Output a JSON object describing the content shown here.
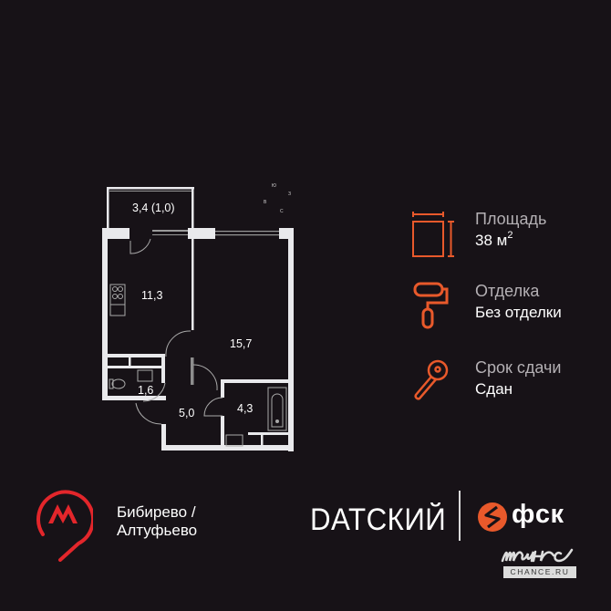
{
  "floor_plan": {
    "rooms": [
      {
        "id": "balcony",
        "area_label": "3,4 (1,0)"
      },
      {
        "id": "kitchen",
        "area_label": "11,3"
      },
      {
        "id": "living-room",
        "area_label": "15,7"
      },
      {
        "id": "toilet",
        "area_label": "1,6"
      },
      {
        "id": "hallway",
        "area_label": "5,0"
      },
      {
        "id": "bathroom",
        "area_label": "4,3"
      }
    ],
    "compass": {
      "south": "Ю",
      "west": "З",
      "east": "В",
      "north": "С"
    }
  },
  "info": {
    "area": {
      "label": "Площадь",
      "value": "38 м",
      "unit_sup": "2",
      "icon": "area-icon"
    },
    "finish": {
      "label": "Отделка",
      "value": "Без отделки",
      "icon": "paint-roller-icon"
    },
    "delivery": {
      "label": "Срок сдачи",
      "value": "Сдан",
      "icon": "key-icon"
    }
  },
  "metro": {
    "line1": "Бибирево /",
    "line2": "Алтуфьево",
    "icon": "metro-icon"
  },
  "branding": {
    "project": "DATCКИЙ",
    "developer": "фск",
    "partner": "шанс",
    "partner_site": "CHANCE.RU"
  },
  "colors": {
    "background": "#171217",
    "accent_orange": "#e8592b",
    "metro_red": "#e3262b",
    "label_gray": "#b4b0b4",
    "wall": "#e9e9ec"
  }
}
